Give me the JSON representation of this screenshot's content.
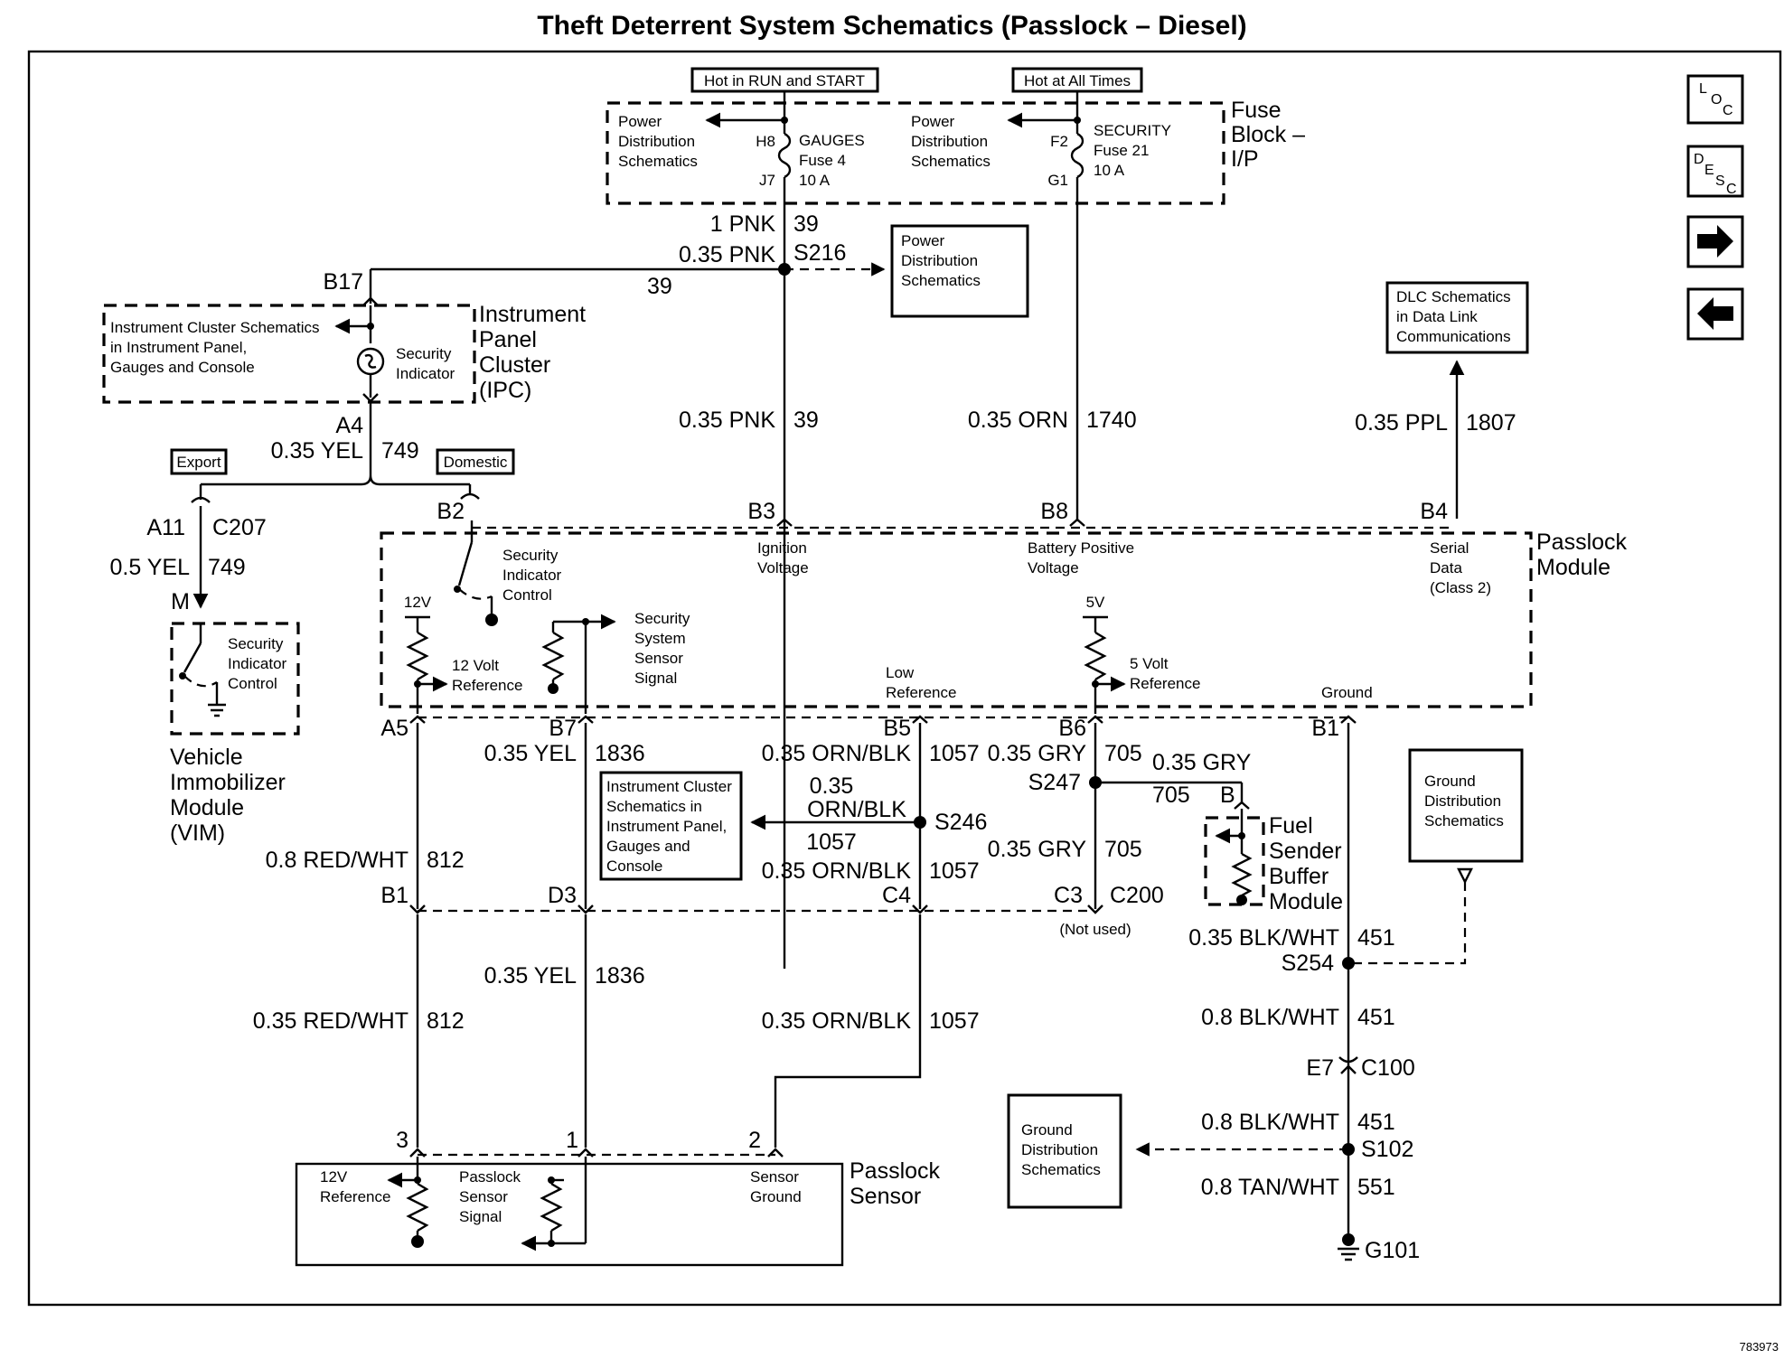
{
  "title": "Theft Deterrent System Schematics (Passlock – Diesel)",
  "code": "783973",
  "nav": {
    "loc": [
      "L",
      "O",
      "C"
    ],
    "desc": [
      "D",
      "E",
      "S",
      "C"
    ],
    "forward_icon": "arrow-right-icon",
    "back_icon": "arrow-left-icon"
  },
  "headers": {
    "run_start": "Hot in RUN and START",
    "all_times": "Hot at All Times",
    "export": "Export",
    "domestic": "Domestic"
  },
  "fuse_block": {
    "name": [
      "Fuse",
      "Block –",
      "I/P"
    ],
    "pds_left": [
      "Power",
      "Distribution",
      "Schematics"
    ],
    "pds_right": [
      "Power",
      "Distribution",
      "Schematics"
    ],
    "gauges": {
      "pin_in": "H8",
      "pin_out": "J7",
      "lines": [
        "GAUGES",
        "Fuse 4",
        "10 A"
      ]
    },
    "security": {
      "pin_in": "F2",
      "pin_out": "G1",
      "lines": [
        "SECURITY",
        "Fuse 21",
        "10 A"
      ]
    }
  },
  "splices": {
    "s216": "S216",
    "s246": "S246",
    "s247": "S247",
    "s254": "S254",
    "s102": "S102"
  },
  "wires": {
    "w1pnk": "1 PNK",
    "c39": "39",
    "w035pnk": "0.35 PNK",
    "w035orn": "0.35 ORN",
    "c1740": "1740",
    "w035ppl": "0.35 PPL",
    "c1807": "1807",
    "w035yel": "0.35 YEL",
    "c749": "749",
    "w05yel": "0.5 YEL",
    "c1836": "1836",
    "w08redwht": "0.8 RED/WHT",
    "c812": "812",
    "w035redwht": "0.35 RED/WHT",
    "w035ornblk": "0.35 ORN/BLK",
    "c1057": "1057",
    "orn_a": "0.35",
    "orn_b": "ORN/BLK",
    "w035gry": "0.35 GRY",
    "c705": "705",
    "w035blkwht": "0.35 BLK/WHT",
    "c451": "451",
    "w08blkwht": "0.8 BLK/WHT",
    "w08tanwht": "0.8 TAN/WHT",
    "c551": "551"
  },
  "pins": {
    "b17": "B17",
    "a4": "A4",
    "a11": "A11",
    "c207": "C207",
    "m": "M",
    "b2": "B2",
    "b3": "B3",
    "b8": "B8",
    "b4": "B4",
    "a5": "A5",
    "b7": "B7",
    "b5": "B5",
    "b6": "B6",
    "b1": "B1",
    "b1b": "B1",
    "d3": "D3",
    "c4": "C4",
    "c3": "C3",
    "c200": "C200",
    "e7": "E7",
    "c100": "C100",
    "b": "B",
    "p3": "3",
    "p1": "1",
    "p2": "2",
    "g101": "G101"
  },
  "notes": {
    "not_used": "(Not used)"
  },
  "components": {
    "ipc": [
      "Instrument",
      "Panel",
      "Cluster",
      "(IPC)"
    ],
    "ipc_ref": [
      "Instrument Cluster Schematics",
      "in Instrument Panel,",
      "Gauges and Console"
    ],
    "sec_ind": [
      "Security",
      "Indicator"
    ],
    "vim": [
      "Vehicle",
      "Immobilizer",
      "Module",
      "(VIM)"
    ],
    "vim_inner": [
      "Security",
      "Indicator",
      "Control"
    ],
    "passlock_module": [
      "Passlock",
      "Module"
    ],
    "pm_ign": [
      "Ignition",
      "Voltage"
    ],
    "pm_bat": [
      "Battery Positive",
      "Voltage"
    ],
    "pm_serial": [
      "Serial",
      "Data",
      "(Class 2)"
    ],
    "pm_sic": [
      "Security",
      "Indicator",
      "Control"
    ],
    "pm_12v": "12V",
    "pm_12ref": [
      "12 Volt",
      "Reference"
    ],
    "pm_sss": [
      "Security",
      "System",
      "Sensor",
      "Signal"
    ],
    "pm_lowref": [
      "Low",
      "Reference"
    ],
    "pm_5v": "5V",
    "pm_5ref": [
      "5 Volt",
      "Reference"
    ],
    "pm_ground": "Ground",
    "pds_box": [
      "Power",
      "Distribution",
      "Schematics"
    ],
    "dlc_box": [
      "DLC Schematics",
      "in Data Link",
      "Communications"
    ],
    "icsch_box": [
      "Instrument Cluster",
      "Schematics in",
      "Instrument Panel,",
      "Gauges and",
      "Console"
    ],
    "gds_box1": [
      "Ground",
      "Distribution",
      "Schematics"
    ],
    "gds_box2": [
      "Ground",
      "Distribution",
      "Schematics"
    ],
    "fsbm": [
      "Fuel",
      "Sender",
      "Buffer",
      "Module"
    ],
    "sensor_name": [
      "Passlock",
      "Sensor"
    ],
    "ps_12ref": [
      "12V",
      "Reference"
    ],
    "ps_signal": [
      "Passlock",
      "Sensor",
      "Signal"
    ],
    "ps_ground": [
      "Sensor",
      "Ground"
    ]
  }
}
